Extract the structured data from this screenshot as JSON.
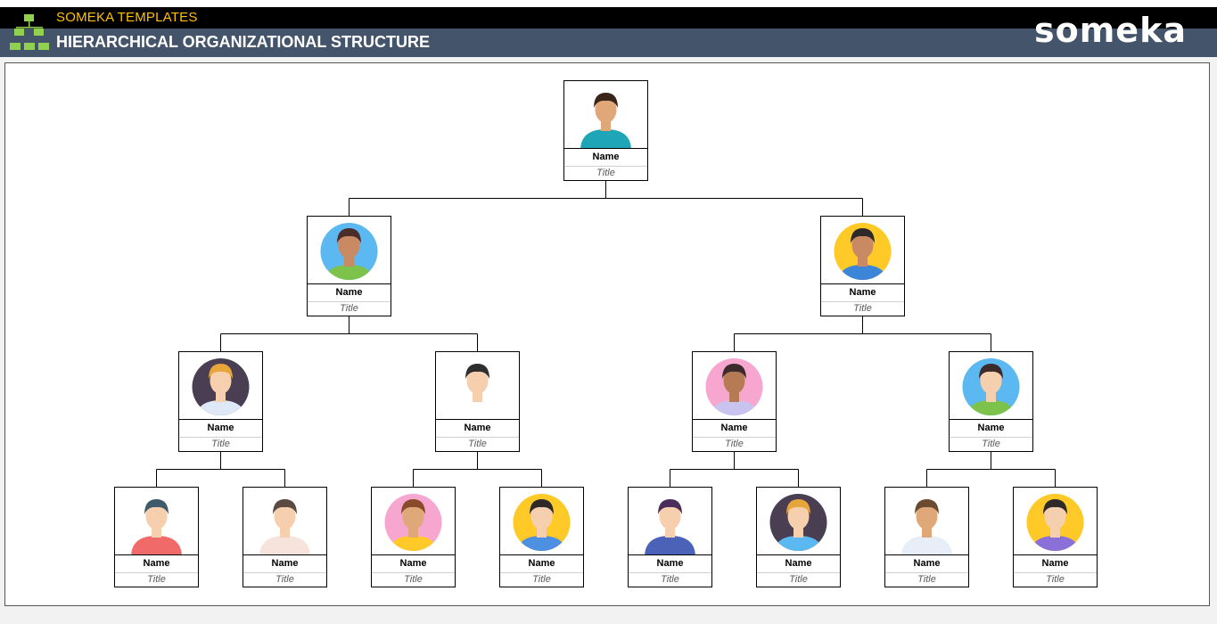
{
  "header": {
    "brand_small": "SOMEKA TEMPLATES",
    "title": "HIERARCHICAL ORGANIZATIONAL STRUCTURE",
    "logo_text": "someka"
  },
  "colors": {
    "header_bg": "#44546a",
    "brand_accent": "#ffc000",
    "logo_green": "#92d050"
  },
  "nodes": [
    {
      "id": "n1",
      "name": "Name",
      "title": "Title",
      "bg": "none",
      "skin": "#e0a878",
      "hair": "#3a2418",
      "shirt": "#1fa5b8"
    },
    {
      "id": "n2",
      "name": "Name",
      "title": "Title",
      "bg": "#5bb8f0",
      "skin": "#c98a63",
      "hair": "#4a2d2a",
      "shirt": "#7cc24b"
    },
    {
      "id": "n3",
      "name": "Name",
      "title": "Title",
      "bg": "#ffc928",
      "skin": "#c98a63",
      "hair": "#2f2a2a",
      "shirt": "#3b86d8"
    },
    {
      "id": "n4",
      "name": "Name",
      "title": "Title",
      "bg": "#4a3f52",
      "skin": "#f6cfae",
      "hair": "#e8a53a",
      "shirt": "#dfe8f6"
    },
    {
      "id": "n5",
      "name": "Name",
      "title": "Title",
      "bg": "none",
      "skin": "#f6cfae",
      "hair": "#2e2e2e",
      "shirt": "#ffffff"
    },
    {
      "id": "n6",
      "name": "Name",
      "title": "Title",
      "bg": "#f7a6cf",
      "skin": "#b67b55",
      "hair": "#3b2b2b",
      "shirt": "#c8c4ef"
    },
    {
      "id": "n7",
      "name": "Name",
      "title": "Title",
      "bg": "#5bb8f0",
      "skin": "#f6cfae",
      "hair": "#3b2b2b",
      "shirt": "#7cc24b"
    },
    {
      "id": "n8",
      "name": "Name",
      "title": "Title",
      "bg": "none",
      "skin": "#f6cfae",
      "hair": "#3e5a6b",
      "shirt": "#f16a6a"
    },
    {
      "id": "n9",
      "name": "Name",
      "title": "Title",
      "bg": "none",
      "skin": "#f6cfae",
      "hair": "#5a4a42",
      "shirt": "#f6e3dc"
    },
    {
      "id": "n10",
      "name": "Name",
      "title": "Title",
      "bg": "#f7a6cf",
      "skin": "#e0a878",
      "hair": "#8a4b2a",
      "shirt": "#ffc928"
    },
    {
      "id": "n11",
      "name": "Name",
      "title": "Title",
      "bg": "#ffc928",
      "skin": "#f6cfae",
      "hair": "#2f2a2a",
      "shirt": "#4d8fe0"
    },
    {
      "id": "n12",
      "name": "Name",
      "title": "Title",
      "bg": "none",
      "skin": "#f6cfae",
      "hair": "#4a2d5a",
      "shirt": "#4a63b8"
    },
    {
      "id": "n13",
      "name": "Name",
      "title": "Title",
      "bg": "#4a3f52",
      "skin": "#f6cfae",
      "hair": "#e8a53a",
      "shirt": "#5bb8f0"
    },
    {
      "id": "n14",
      "name": "Name",
      "title": "Title",
      "bg": "none",
      "skin": "#e0a878",
      "hair": "#6b4a32",
      "shirt": "#e8eef8"
    },
    {
      "id": "n15",
      "name": "Name",
      "title": "Title",
      "bg": "#ffc928",
      "skin": "#f6cfae",
      "hair": "#2f2a2a",
      "shirt": "#8a70d8"
    }
  ]
}
